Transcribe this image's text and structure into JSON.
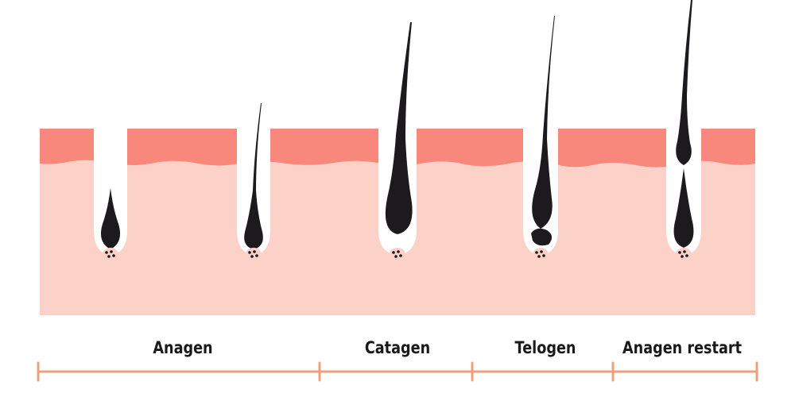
{
  "stages": [
    {
      "label": "Anagen"
    },
    {
      "label": "Catagen"
    },
    {
      "label": "Telogen"
    },
    {
      "label": "Anagen restart"
    }
  ],
  "colors": {
    "epidermis": "#f7887b",
    "dermis": "#fcd2c8",
    "hair": "#1c1a1c",
    "follicle": "#ffffff",
    "papilla": "#fcd2c8",
    "timeline": "#f0a07c"
  }
}
